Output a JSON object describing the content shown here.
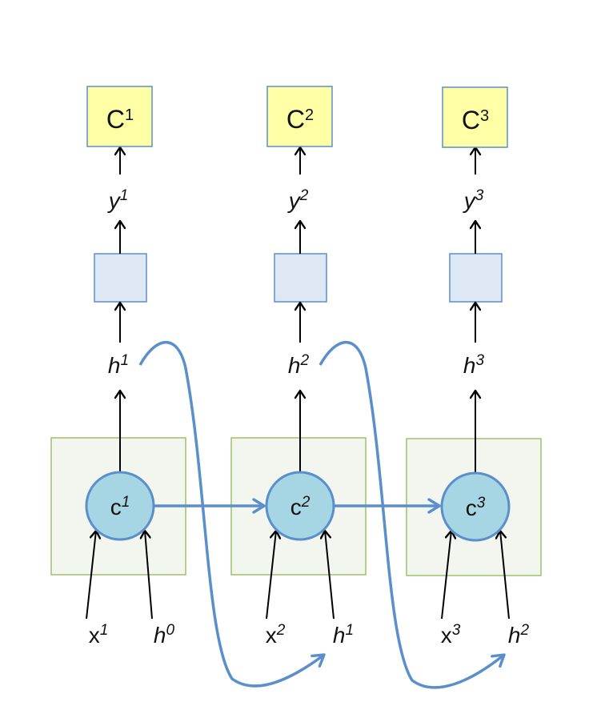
{
  "diagram": {
    "colors": {
      "output_box": "#FFFFA6",
      "output_border": "#5B8FCB",
      "hidden_box": "#DDE8F4",
      "hidden_border": "#5B8FCB",
      "cell_frame": "#F3F6EE",
      "cell_frame_border": "#9DC26A",
      "cell_circle": "#A6D5E4",
      "cell_circle_border": "#5B8FCB",
      "blue_arrow": "#5B8FCB",
      "black_arrow": "#000000"
    },
    "columns": [
      {
        "output": {
          "base": "C",
          "sup": "1"
        },
        "y": {
          "base": "y",
          "sup": "1"
        },
        "h": {
          "base": "h",
          "sup": "1"
        },
        "cell": {
          "base": "c",
          "sup": "1"
        },
        "x_in": {
          "base": "x",
          "sup": "1"
        },
        "h_in": {
          "base": "h",
          "sup": "0"
        }
      },
      {
        "output": {
          "base": "C",
          "sup": "2"
        },
        "y": {
          "base": "y",
          "sup": "2"
        },
        "h": {
          "base": "h",
          "sup": "2"
        },
        "cell": {
          "base": "c",
          "sup": "2"
        },
        "x_in": {
          "base": "x",
          "sup": "2"
        },
        "h_in": {
          "base": "h",
          "sup": "1"
        }
      },
      {
        "output": {
          "base": "C",
          "sup": "3"
        },
        "y": {
          "base": "y",
          "sup": "3"
        },
        "h": {
          "base": "h",
          "sup": "3"
        },
        "cell": {
          "base": "c",
          "sup": "3"
        },
        "x_in": {
          "base": "x",
          "sup": "3"
        },
        "h_in": {
          "base": "h",
          "sup": "2"
        }
      }
    ]
  }
}
